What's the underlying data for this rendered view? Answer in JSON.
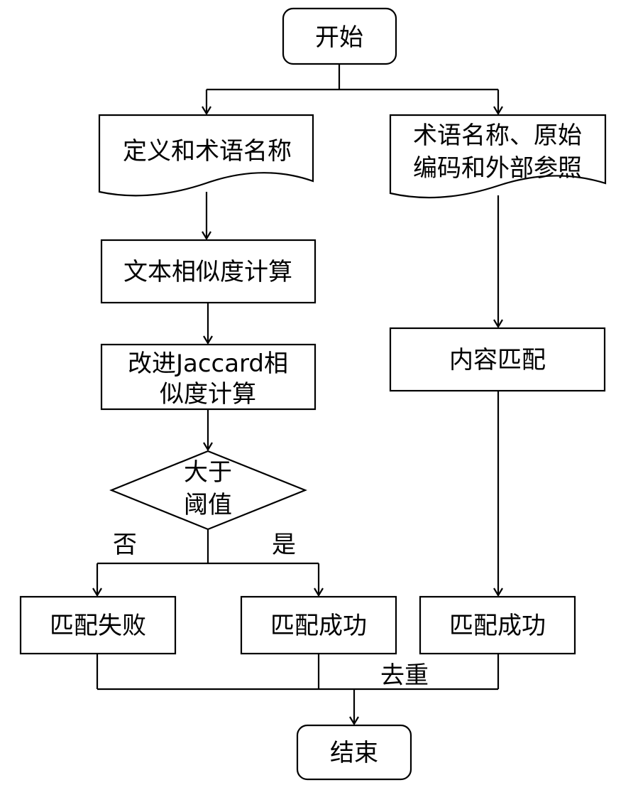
{
  "nodes": {
    "start": "开始",
    "def_terms": "定义和术语名称",
    "terms_codes_line1": "术语名称、原始",
    "terms_codes_line2": "编码和外部参照",
    "text_similarity": "文本相似度计算",
    "jaccard_line1": "改进Jaccard相",
    "jaccard_line2": "似度计算",
    "content_match": "内容匹配",
    "decision_line1": "大于",
    "decision_line2": "阈值",
    "match_fail": "匹配失败",
    "match_success_left": "匹配成功",
    "match_success_right": "匹配成功",
    "end": "结束"
  },
  "edge_labels": {
    "no": "否",
    "yes": "是",
    "dedup": "去重"
  }
}
